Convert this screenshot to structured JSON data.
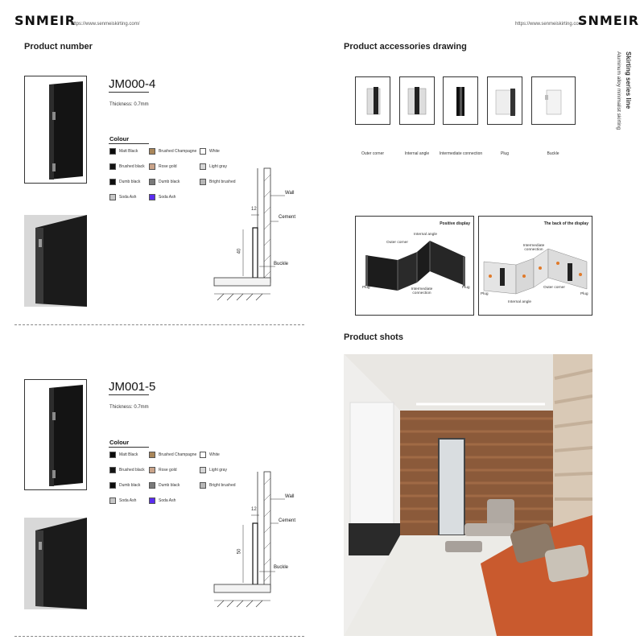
{
  "header": {
    "left_logo": "SNMEIR",
    "left_url": "https://www.senmeiskirting.com/",
    "right_url": "https://www.senmeiskirting.com/",
    "right_logo": "SNMEIR"
  },
  "side": {
    "title": "Skirting series line",
    "subtitle": "Aluminum alloy minimalist skirting"
  },
  "left": {
    "section_title": "Product number",
    "products": [
      {
        "model": "JM000-4",
        "thickness": "Thickness: 0.7mm",
        "colour_title": "Colour",
        "height_dim": "40",
        "gap_dim": "12"
      },
      {
        "model": "JM001-5",
        "thickness": "Thickness: 0.7mm",
        "colour_title": "Colour",
        "height_dim": "50",
        "gap_dim": "12"
      }
    ],
    "colours": [
      {
        "name": "Matt Black",
        "hex": "#0b0b0b"
      },
      {
        "name": "Brushed Champagne",
        "hex": "#a9865a"
      },
      {
        "name": "White",
        "hex": "#ffffff"
      },
      {
        "name": "Brushed black",
        "hex": "#141414"
      },
      {
        "name": "Rose gold",
        "hex": "#caa48a"
      },
      {
        "name": "Light gray",
        "hex": "#d6d6d6"
      },
      {
        "name": "Dumb black",
        "hex": "#0e0e0e"
      },
      {
        "name": "Dumb black",
        "hex": "#7a7a7a"
      },
      {
        "name": "Bright brushed",
        "hex": "#b7b7b7"
      },
      {
        "name": "Soda Ash",
        "hex": "#c7c7c7"
      },
      {
        "name": "Soda Ash",
        "hex": "#5a2cf0"
      }
    ],
    "drawing_labels": {
      "wall": "Wall",
      "cement": "Cement",
      "buckle": "Buckle"
    }
  },
  "right": {
    "accessories_title": "Product accessories drawing",
    "accessories": [
      {
        "label": "Outer corner"
      },
      {
        "label": "Internal angle"
      },
      {
        "label": "Intermediate connection"
      },
      {
        "label": "Plug"
      },
      {
        "label": "Buckle"
      }
    ],
    "display_positive": {
      "title": "Positive display",
      "labels": {
        "internal_angle": "Internal angle",
        "outer_corner": "Outer corner",
        "plug_left": "Plug",
        "plug_right": "Plug",
        "intermediate": "Intermediate connection"
      }
    },
    "display_back": {
      "title": "The back of the display",
      "labels": {
        "intermediate": "Intermediate connection",
        "outer_corner": "Outer corner",
        "plug_left": "Plug",
        "plug_right": "Plug",
        "internal_angle": "Internal angle"
      }
    },
    "shots_title": "Product shots"
  }
}
